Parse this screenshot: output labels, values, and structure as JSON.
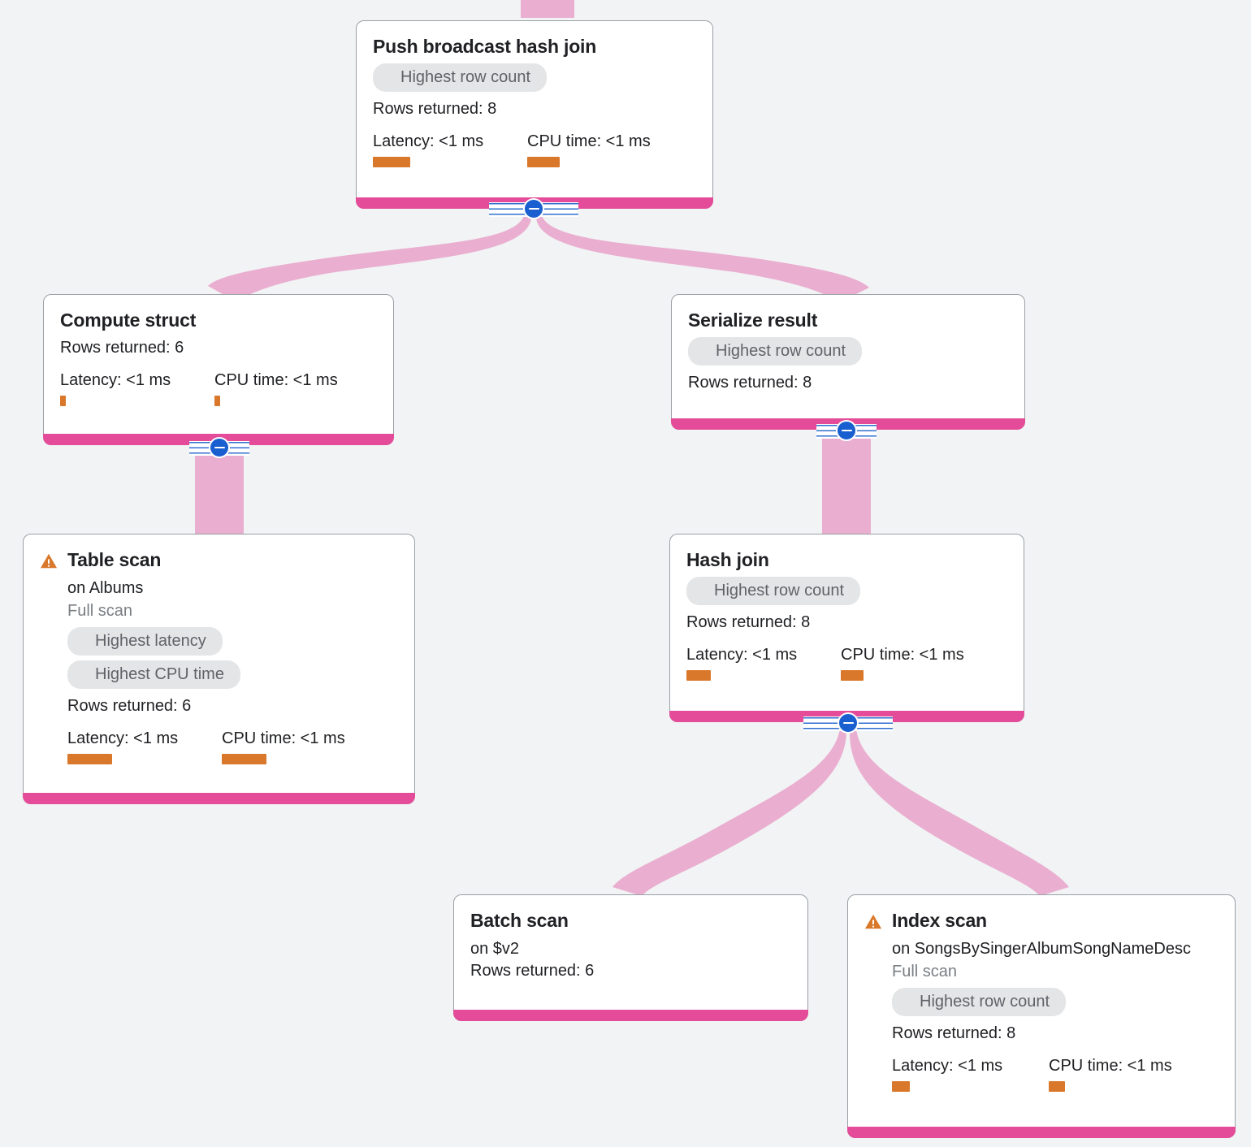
{
  "colors": {
    "background": "#f1f3f4",
    "card_bg": "#ffffff",
    "card_border": "#9aa0a6",
    "accent_bar": "#e44c9a",
    "edge_ribbon": "#eaaed0",
    "metric_bar": "#d9782b",
    "badge_bg": "#e4e5e6",
    "badge_text": "#5f6368",
    "warning": "#d9782b",
    "collapse_blue": "#1a5fd0"
  },
  "labels": {
    "rows_prefix": "Rows returned: ",
    "latency_label": "Latency: ",
    "cpu_label": "CPU time: ",
    "on_prefix": "on "
  },
  "nodes": [
    {
      "id": "push-broadcast-hash-join",
      "title": "Push broadcast hash join",
      "warning": false,
      "subtitle": null,
      "scan_type": null,
      "badges": [
        "Highest row count"
      ],
      "rows_returned": "Rows returned: 8",
      "latency": "Latency: <1 ms",
      "cpu_time": "CPU time: <1 ms",
      "latency_bar_width": 46,
      "cpu_bar_width": 40,
      "collapse": "collapse-toggle-push-broadcast-hash-join"
    },
    {
      "id": "compute-struct",
      "title": "Compute struct",
      "warning": false,
      "subtitle": null,
      "scan_type": null,
      "badges": [],
      "rows_returned": "Rows returned: 6",
      "latency": "Latency: <1 ms",
      "cpu_time": "CPU time: <1 ms",
      "latency_bar_width": 7,
      "cpu_bar_width": 7,
      "collapse": "collapse-toggle-compute-struct"
    },
    {
      "id": "serialize-result",
      "title": "Serialize result",
      "warning": false,
      "subtitle": null,
      "scan_type": null,
      "badges": [
        "Highest row count"
      ],
      "rows_returned": "Rows returned: 8",
      "latency": null,
      "cpu_time": null,
      "latency_bar_width": 0,
      "cpu_bar_width": 0,
      "collapse": "collapse-toggle-serialize-result"
    },
    {
      "id": "table-scan",
      "title": "Table scan",
      "warning": true,
      "subtitle": "on Albums",
      "scan_type": "Full scan",
      "badges": [
        "Highest latency",
        "Highest CPU time"
      ],
      "rows_returned": "Rows returned: 6",
      "latency": "Latency: <1 ms",
      "cpu_time": "CPU time: <1 ms",
      "latency_bar_width": 55,
      "cpu_bar_width": 55,
      "collapse": null
    },
    {
      "id": "hash-join",
      "title": "Hash join",
      "warning": false,
      "subtitle": null,
      "scan_type": null,
      "badges": [
        "Highest row count"
      ],
      "rows_returned": "Rows returned: 8",
      "latency": "Latency: <1 ms",
      "cpu_time": "CPU time: <1 ms",
      "latency_bar_width": 30,
      "cpu_bar_width": 28,
      "collapse": "collapse-toggle-hash-join"
    },
    {
      "id": "batch-scan",
      "title": "Batch scan",
      "warning": false,
      "subtitle": "on $v2",
      "scan_type": null,
      "badges": [],
      "rows_returned": "Rows returned: 6",
      "latency": null,
      "cpu_time": null,
      "latency_bar_width": 0,
      "cpu_bar_width": 0,
      "collapse": null
    },
    {
      "id": "index-scan",
      "title": "Index scan",
      "warning": true,
      "subtitle": "on SongsBySingerAlbumSongNameDesc",
      "scan_type": "Full scan",
      "badges": [
        "Highest row count"
      ],
      "rows_returned": "Rows returned: 8",
      "latency": "Latency: <1 ms",
      "cpu_time": "CPU time: <1 ms",
      "latency_bar_width": 22,
      "cpu_bar_width": 20,
      "collapse": null
    }
  ]
}
